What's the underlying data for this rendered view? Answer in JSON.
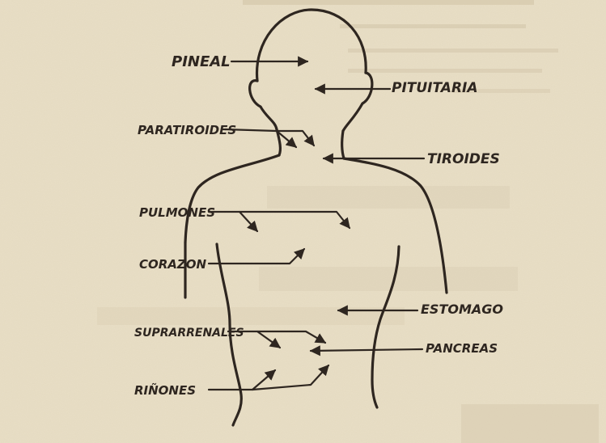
{
  "colors": {
    "paper": "#e9dfc6",
    "ink": "#2e2620",
    "bleed": "#b9ab8e"
  },
  "labels": {
    "pineal": "PINEAL",
    "pituitaria": "PITUITARIA",
    "paratiroides": "PARATIROIDES",
    "tiroides": "TIROIDES",
    "pulmones": "PULMONES",
    "corazon": "CORAZON",
    "estomago": "ESTOMAGO",
    "suprarrenales": "SUPRARRENALES",
    "pancreas": "PANCREAS",
    "rinones": "RIÑONES"
  }
}
